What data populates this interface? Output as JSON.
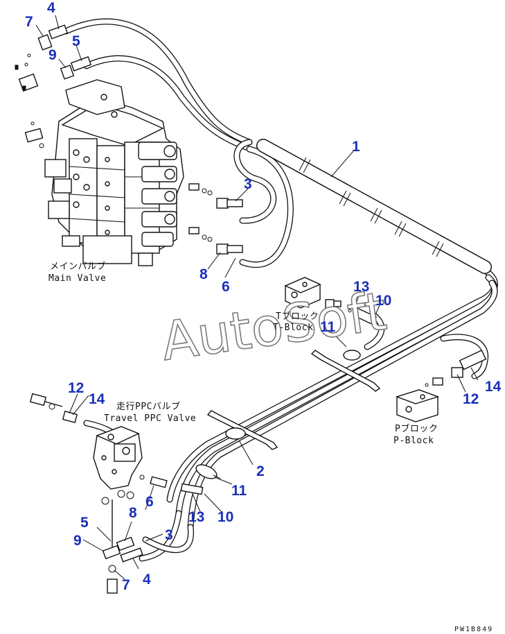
{
  "callouts": {
    "c1": "1",
    "c2": "2",
    "c3_top": "3",
    "c3_bottom": "3",
    "c4_top": "4",
    "c4_bottom": "4",
    "c5_top": "5",
    "c5_bottom": "5",
    "c6_top": "6",
    "c6_bottom": "6",
    "c7_top": "7",
    "c7_bottom": "7",
    "c8_top": "8",
    "c8_bottom": "8",
    "c9_top": "9",
    "c9_bottom": "9",
    "c10_top": "10",
    "c10_bottom": "10",
    "c11_top": "11",
    "c11_bottom": "11",
    "c12_left": "12",
    "c12_right": "12",
    "c13_top": "13",
    "c13_bottom": "13",
    "c14_left": "14",
    "c14_right": "14"
  },
  "labels": {
    "main_valve_jp": "メインバルブ",
    "main_valve_en": "Main Valve",
    "t_block_jp": "Tブロック",
    "t_block_en": "T-Block",
    "travel_ppc_jp": "走行PPCバルブ",
    "travel_ppc_en": "Travel PPC Valve",
    "p_block_jp": "Pブロック",
    "p_block_en": "P-Block"
  },
  "watermark": "AutoSoft",
  "drawing_number": "PW1B849"
}
